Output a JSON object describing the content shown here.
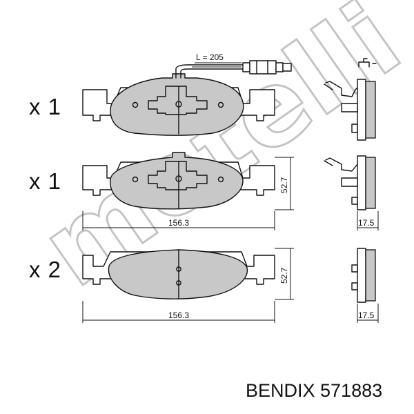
{
  "quantities": [
    "x 1",
    "x 1",
    "x 2"
  ],
  "wire_label": "L = 205",
  "dimensions": {
    "length": "156.3",
    "height": "52.7",
    "thickness": "17.5"
  },
  "watermark": "metelli",
  "caption": "BENDIX 571883"
}
